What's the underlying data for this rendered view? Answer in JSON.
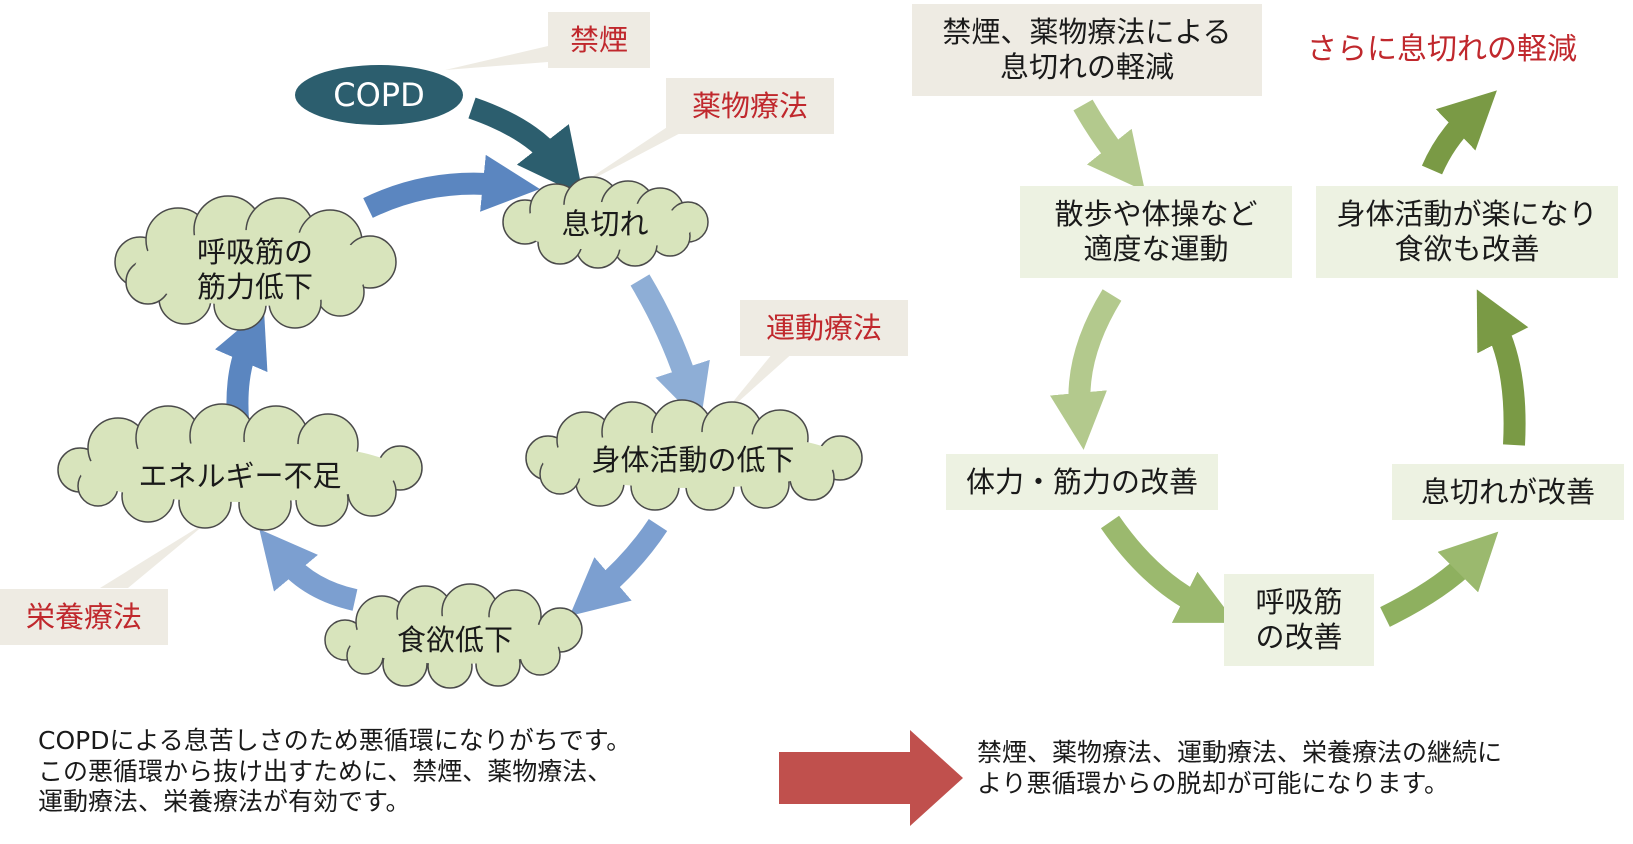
{
  "colors": {
    "dark_teal": "#2c5e6e",
    "blue": "#5b86c0",
    "light_blue": "#8eaed6",
    "cloud_fill": "#d8e4bc",
    "cloud_stroke": "#4a4a4a",
    "callout_box": "#eeebe3",
    "label_red": "#c0282d",
    "green_light": "#b3c98d",
    "green_mid": "#8eb05f",
    "green_dark": "#7a9a45",
    "green_box": "#edf2e2",
    "big_arrow": "#c0504d"
  },
  "left_cycle": {
    "start_label": "COPD",
    "nodes": {
      "breath": "息切れ",
      "activity": "身体活動の低下",
      "appetite": "食欲低下",
      "energy": "エネルギー不足",
      "muscle_line1": "呼吸筋の",
      "muscle_line2": "筋力低下"
    },
    "therapies": {
      "smoking": "禁煙",
      "drug": "薬物療法",
      "exercise": "運動療法",
      "nutrition": "栄養療法"
    }
  },
  "right_cycle": {
    "top_box_line1": "禁煙、薬物療法による",
    "top_box_line2": "息切れの軽減",
    "exercise_line1": "散歩や体操など",
    "exercise_line2": "適度な運動",
    "strength": "体力・筋力の改善",
    "resp_line1": "呼吸筋",
    "resp_line2": "の改善",
    "breath_improve": "息切れが改善",
    "activity_line1": "身体活動が楽になり",
    "activity_line2": "食欲も改善",
    "further": "さらに息切れの軽減"
  },
  "bottom": {
    "left_lines": [
      "COPDによる息苦しさのため悪循環になりがちです。",
      "この悪循環から抜け出すために、禁煙、薬物療法、",
      "運動療法、栄養療法が有効です。"
    ],
    "right_lines": [
      "禁煙、薬物療法、運動療法、栄養療法の継続に",
      "より悪循環からの脱却が可能になります。"
    ]
  }
}
